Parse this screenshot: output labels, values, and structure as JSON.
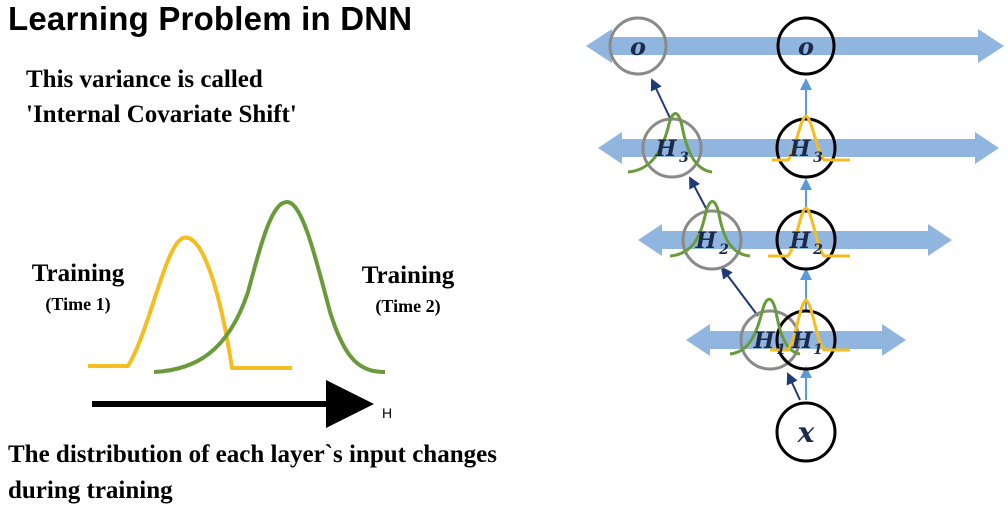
{
  "title": "Learning Problem in DNN",
  "subtitle": {
    "line1": "This variance is called",
    "line2": "'Internal Covariate Shift'"
  },
  "curves": {
    "left_label": {
      "line1": "Training",
      "line2": "(Time 1)"
    },
    "right_label": {
      "line1": "Training",
      "line2": "(Time 2)"
    },
    "axis_label": "H",
    "colors": {
      "time1": "#f5bd1f",
      "time2": "#6a9b3a"
    }
  },
  "caption": {
    "line1": "The distribution of each layer`s input changes",
    "line2": "during training"
  },
  "network": {
    "left_column": {
      "output": "o",
      "h3": "H",
      "h3_sub": "3",
      "h2": "H",
      "h2_sub": "2",
      "h1": "H",
      "h1_sub": "1"
    },
    "right_column": {
      "output": "o",
      "h3": "H",
      "h3_sub": "3",
      "h2": "H",
      "h2_sub": "2",
      "h1": "H",
      "h1_sub": "1"
    },
    "input": "x",
    "colors": {
      "band": "#90b6e0",
      "node_grey": "#8a8a8a",
      "node_black": "#000000",
      "arrow_dark": "#1f3a78",
      "arrow_light": "#5b9bd5"
    }
  }
}
